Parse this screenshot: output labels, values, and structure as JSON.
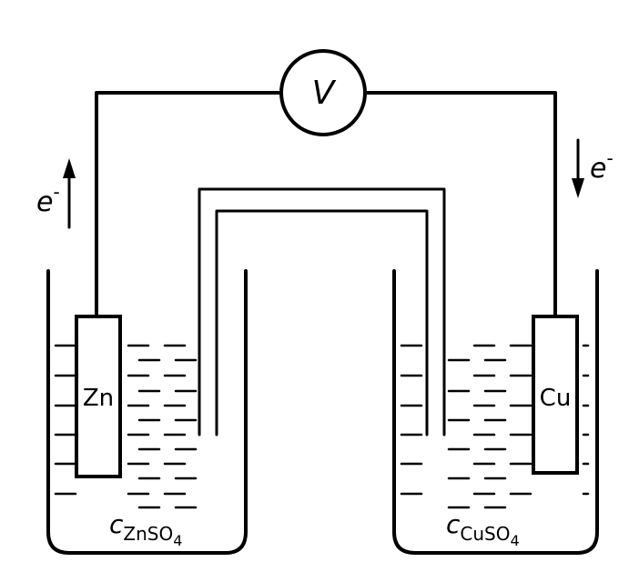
{
  "voltmeter": {
    "label": "V"
  },
  "electrodes": {
    "left": {
      "label": "Zn"
    },
    "right": {
      "label": "Cu"
    }
  },
  "electron_flow": {
    "left": {
      "symbol": "e",
      "superscript": "-"
    },
    "right": {
      "symbol": "e",
      "superscript": "-"
    }
  },
  "concentrations": {
    "left": {
      "prefix": "c",
      "subscript": "ZnSO",
      "index": "4"
    },
    "right": {
      "prefix": "c",
      "subscript": "CuSO",
      "index": "4"
    }
  }
}
